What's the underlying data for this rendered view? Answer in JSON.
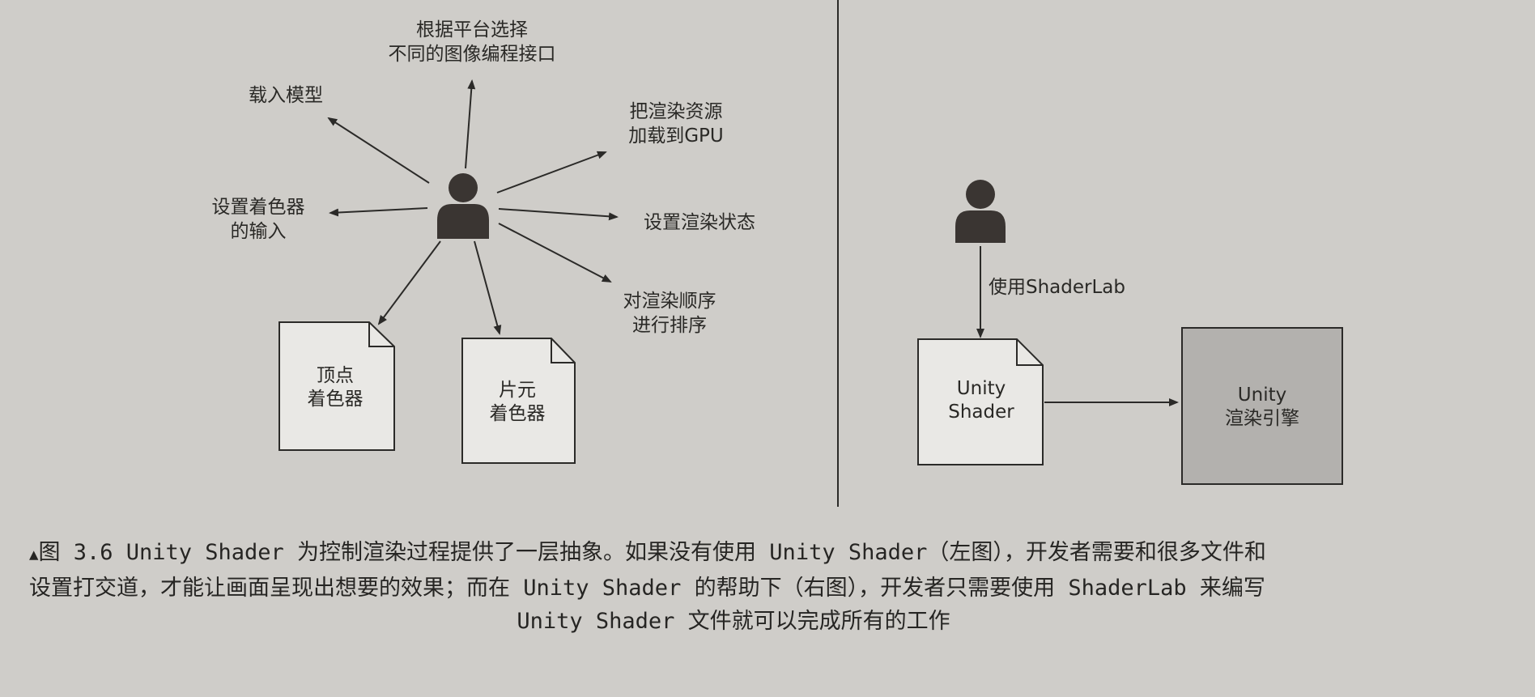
{
  "left_diagram": {
    "actor_targets": [
      {
        "id": "choose-api",
        "lines": [
          "根据平台选择",
          "不同的图像编程接口"
        ]
      },
      {
        "id": "load-model",
        "lines": [
          "载入模型"
        ]
      },
      {
        "id": "load-gpu",
        "lines": [
          "把渲染资源",
          "加载到GPU"
        ]
      },
      {
        "id": "shader-input",
        "lines": [
          "设置着色器",
          "的输入"
        ]
      },
      {
        "id": "render-state",
        "lines": [
          "设置渲染状态"
        ]
      },
      {
        "id": "render-order",
        "lines": [
          "对渲染顺序",
          "进行排序"
        ]
      }
    ],
    "documents": [
      {
        "id": "vertex",
        "lines": [
          "顶点",
          "着色器"
        ]
      },
      {
        "id": "fragment",
        "lines": [
          "片元",
          "着色器"
        ]
      }
    ]
  },
  "right_diagram": {
    "arrow_label": "使用ShaderLab",
    "document": {
      "lines": [
        "Unity",
        "Shader"
      ]
    },
    "engine_box": {
      "lines": [
        "Unity",
        "渲染引擎"
      ]
    }
  },
  "caption": {
    "marker": "▲",
    "lines": [
      "图 3.6  Unity Shader 为控制渲染过程提供了一层抽象。如果没有使用 Unity Shader（左图），开发者需要和很多文件和",
      "设置打交道，才能让画面呈现出想要的效果；而在 Unity Shader 的帮助下（右图），开发者只需要使用 ShaderLab 来编写",
      "Unity Shader 文件就可以完成所有的工作"
    ]
  },
  "colors": {
    "page": "#cfcdc9",
    "ink": "#2b2a28",
    "document_fill": "#e9e8e5",
    "engine_fill": "#b3b1ae",
    "person": "#3a3532"
  }
}
